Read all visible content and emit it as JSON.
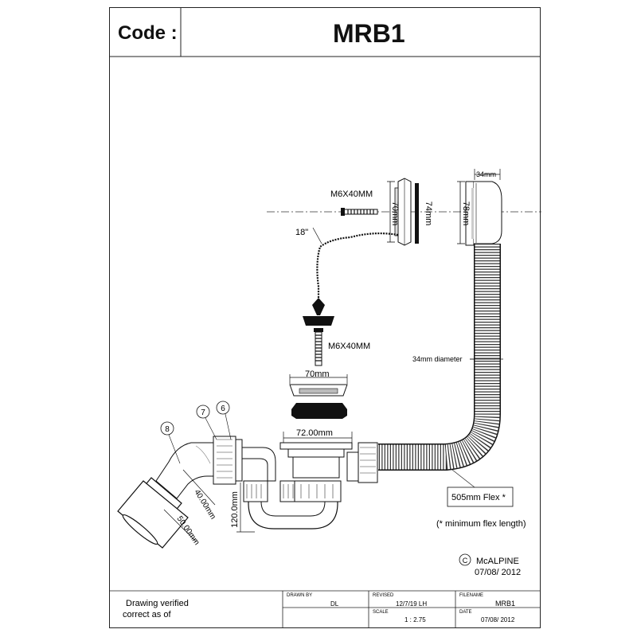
{
  "header": {
    "code_label": "Code :",
    "code_value": "MRB1"
  },
  "labels": {
    "screw_top": "M6X40MM",
    "screw_bottom": "M6X40MM",
    "chain_length": "18\"",
    "dim_70_top": "70mm",
    "dim_74": "74mm",
    "dim_34": "34mm",
    "dim_78": "78mm",
    "hose_diameter": "34mm diameter",
    "dim_70_waste": "70mm",
    "dim_72": "72.00mm",
    "dim_120": "120.0mm",
    "dim_40": "40.00mm",
    "dim_50": "50.00mm",
    "flex": "505mm Flex *",
    "flex_note": "(* minimum flex length)",
    "callout_6": "6",
    "callout_7": "7",
    "callout_8": "8"
  },
  "copyright": {
    "symbol": "C",
    "company": "McALPINE",
    "date": "07/08/ 2012"
  },
  "title_block": {
    "verified_line1": "Drawing verified",
    "verified_line2": "correct as of",
    "drawn_by_label": "DRAWN BY",
    "drawn_by_value": "DL",
    "revised_label": "REVISED",
    "revised_value": "12/7/19 LH",
    "filename_label": "FILENAME",
    "filename_value": "MRB1",
    "scale_label": "SCALE",
    "scale_value": "1 : 2.75",
    "date_label": "DATE",
    "date_value": "07/08/ 2012"
  }
}
